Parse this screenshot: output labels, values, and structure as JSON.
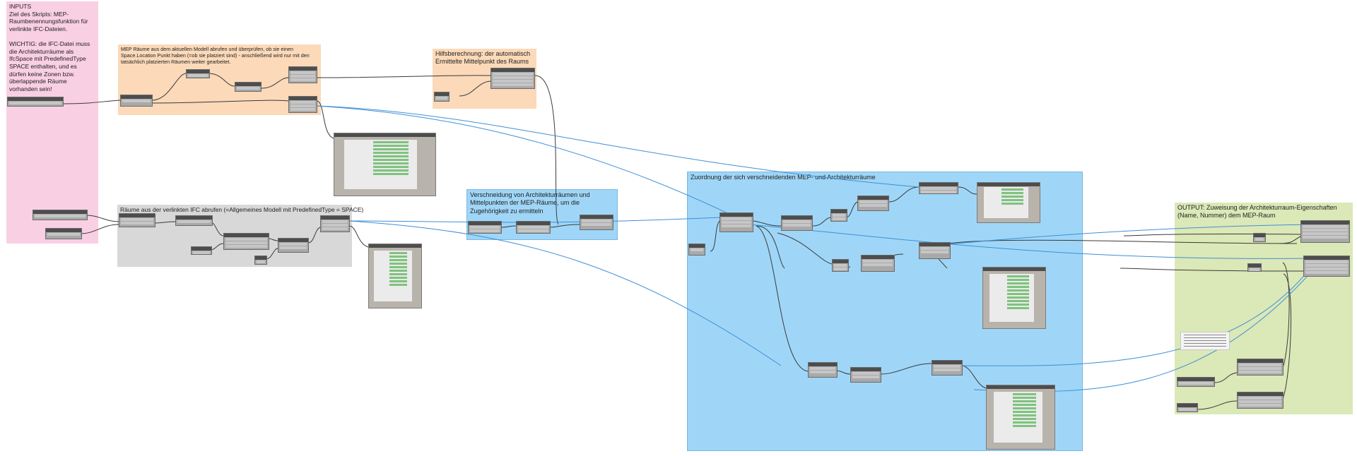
{
  "groups": {
    "inputs": {
      "title": "INPUTS\nZiel des Skripts: MEP-Raumbenennungsfunktion für verlinkte IFC-Dateien.\n\nWICHTIG: die IFC-Datei muss die Architekturräume als IfcSpace mit PredefinedType SPACE enthalten, und es dürfen keine Zonen bzw. überlappende Räume vorhanden sein!"
    },
    "mep_rooms": {
      "title": "MEP Räume aus dem aktuellen Modell abrufen und überprüfen, ob sie einen Space.Location Punkt haben (=ob sie platziert sind) - anschließend wird nur mit den tatsächlich platzierten Räumen weiter gearbeitet."
    },
    "helper": {
      "title": "Hilfsberechnung: der automatisch Ermittelte Mittelpunkt des Raums"
    },
    "linked_rooms": {
      "title": "Räume aus der verlinkten IFC abrufen (=Allgemeines Modell mit PredefinedType = SPACE)"
    },
    "intersection": {
      "title": "Verschneidung von Architekturräumen und Mittelpunkten der MEP-Räume, um die Zugehörigkeit zu ermitteln"
    },
    "assignment": {
      "title": "Zuordnung der sich verschneidenden MEP- und Architekturräume"
    },
    "output": {
      "title": "OUTPUT: Zuweisung der Architekturraum-Eigenschaften (Name, Nummer) dem MEP-Raum"
    }
  },
  "colors": {
    "canvas": "#ffffff",
    "inputs_group": "#f9cfe3",
    "peach_group": "#fbd9b9",
    "grey_group": "#d8d8d8",
    "blue_group": "#9fd6f7",
    "green_group": "#dbe8b7",
    "node_body": "#a9a9a9",
    "node_header": "#4d4d4d",
    "wire_dark": "#3a3a3a",
    "wire_blue": "#3f8fd6",
    "list_value": "#7fc27f"
  }
}
